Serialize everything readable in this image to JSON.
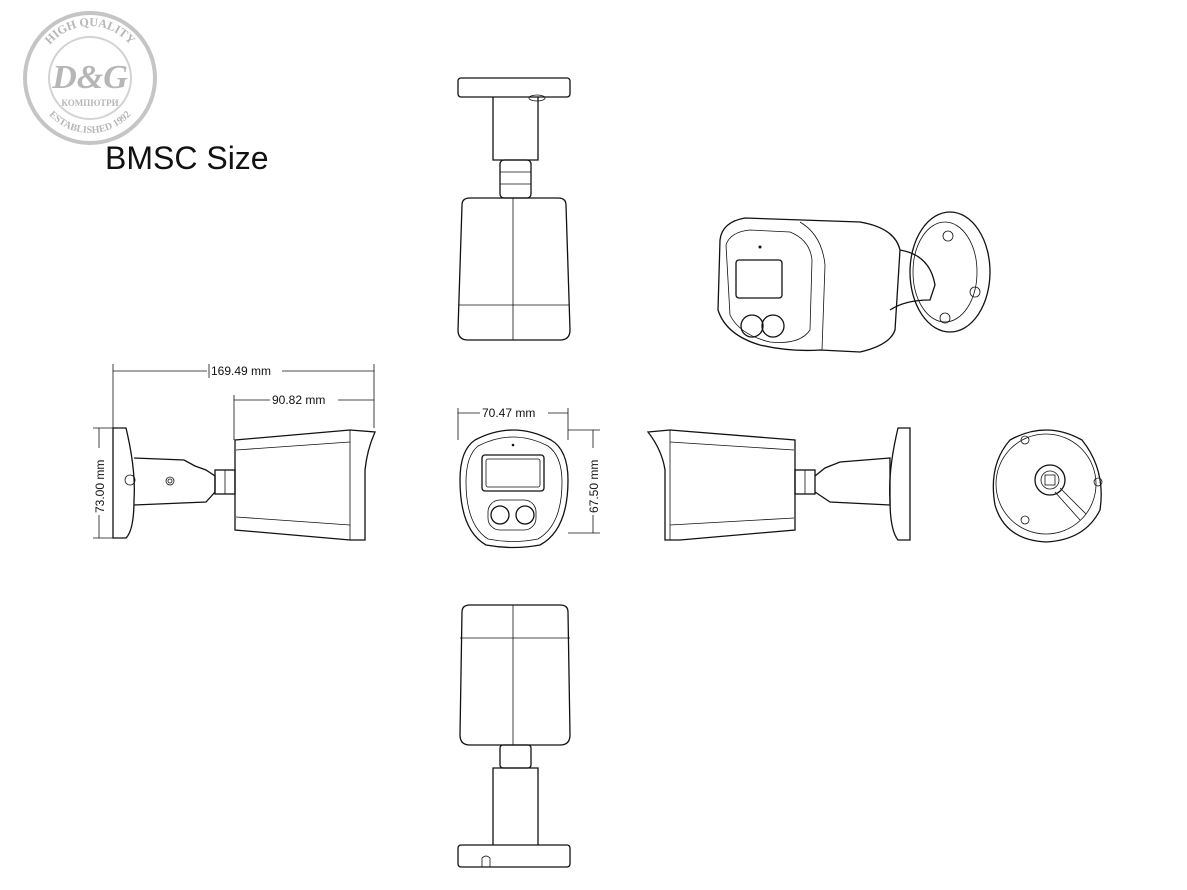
{
  "title": "BMSC Size",
  "logo": {
    "main": "D&G",
    "sub": "КОМПЮТРИ",
    "top_arc": "HIGH QUALITY",
    "bottom_arc": "ESTABLISHED 1992"
  },
  "dimensions": {
    "total_length": "169.49 mm",
    "body_length": "90.82 mm",
    "height": "73.00 mm",
    "front_width": "70.47 mm",
    "front_height": "67.50 mm"
  }
}
